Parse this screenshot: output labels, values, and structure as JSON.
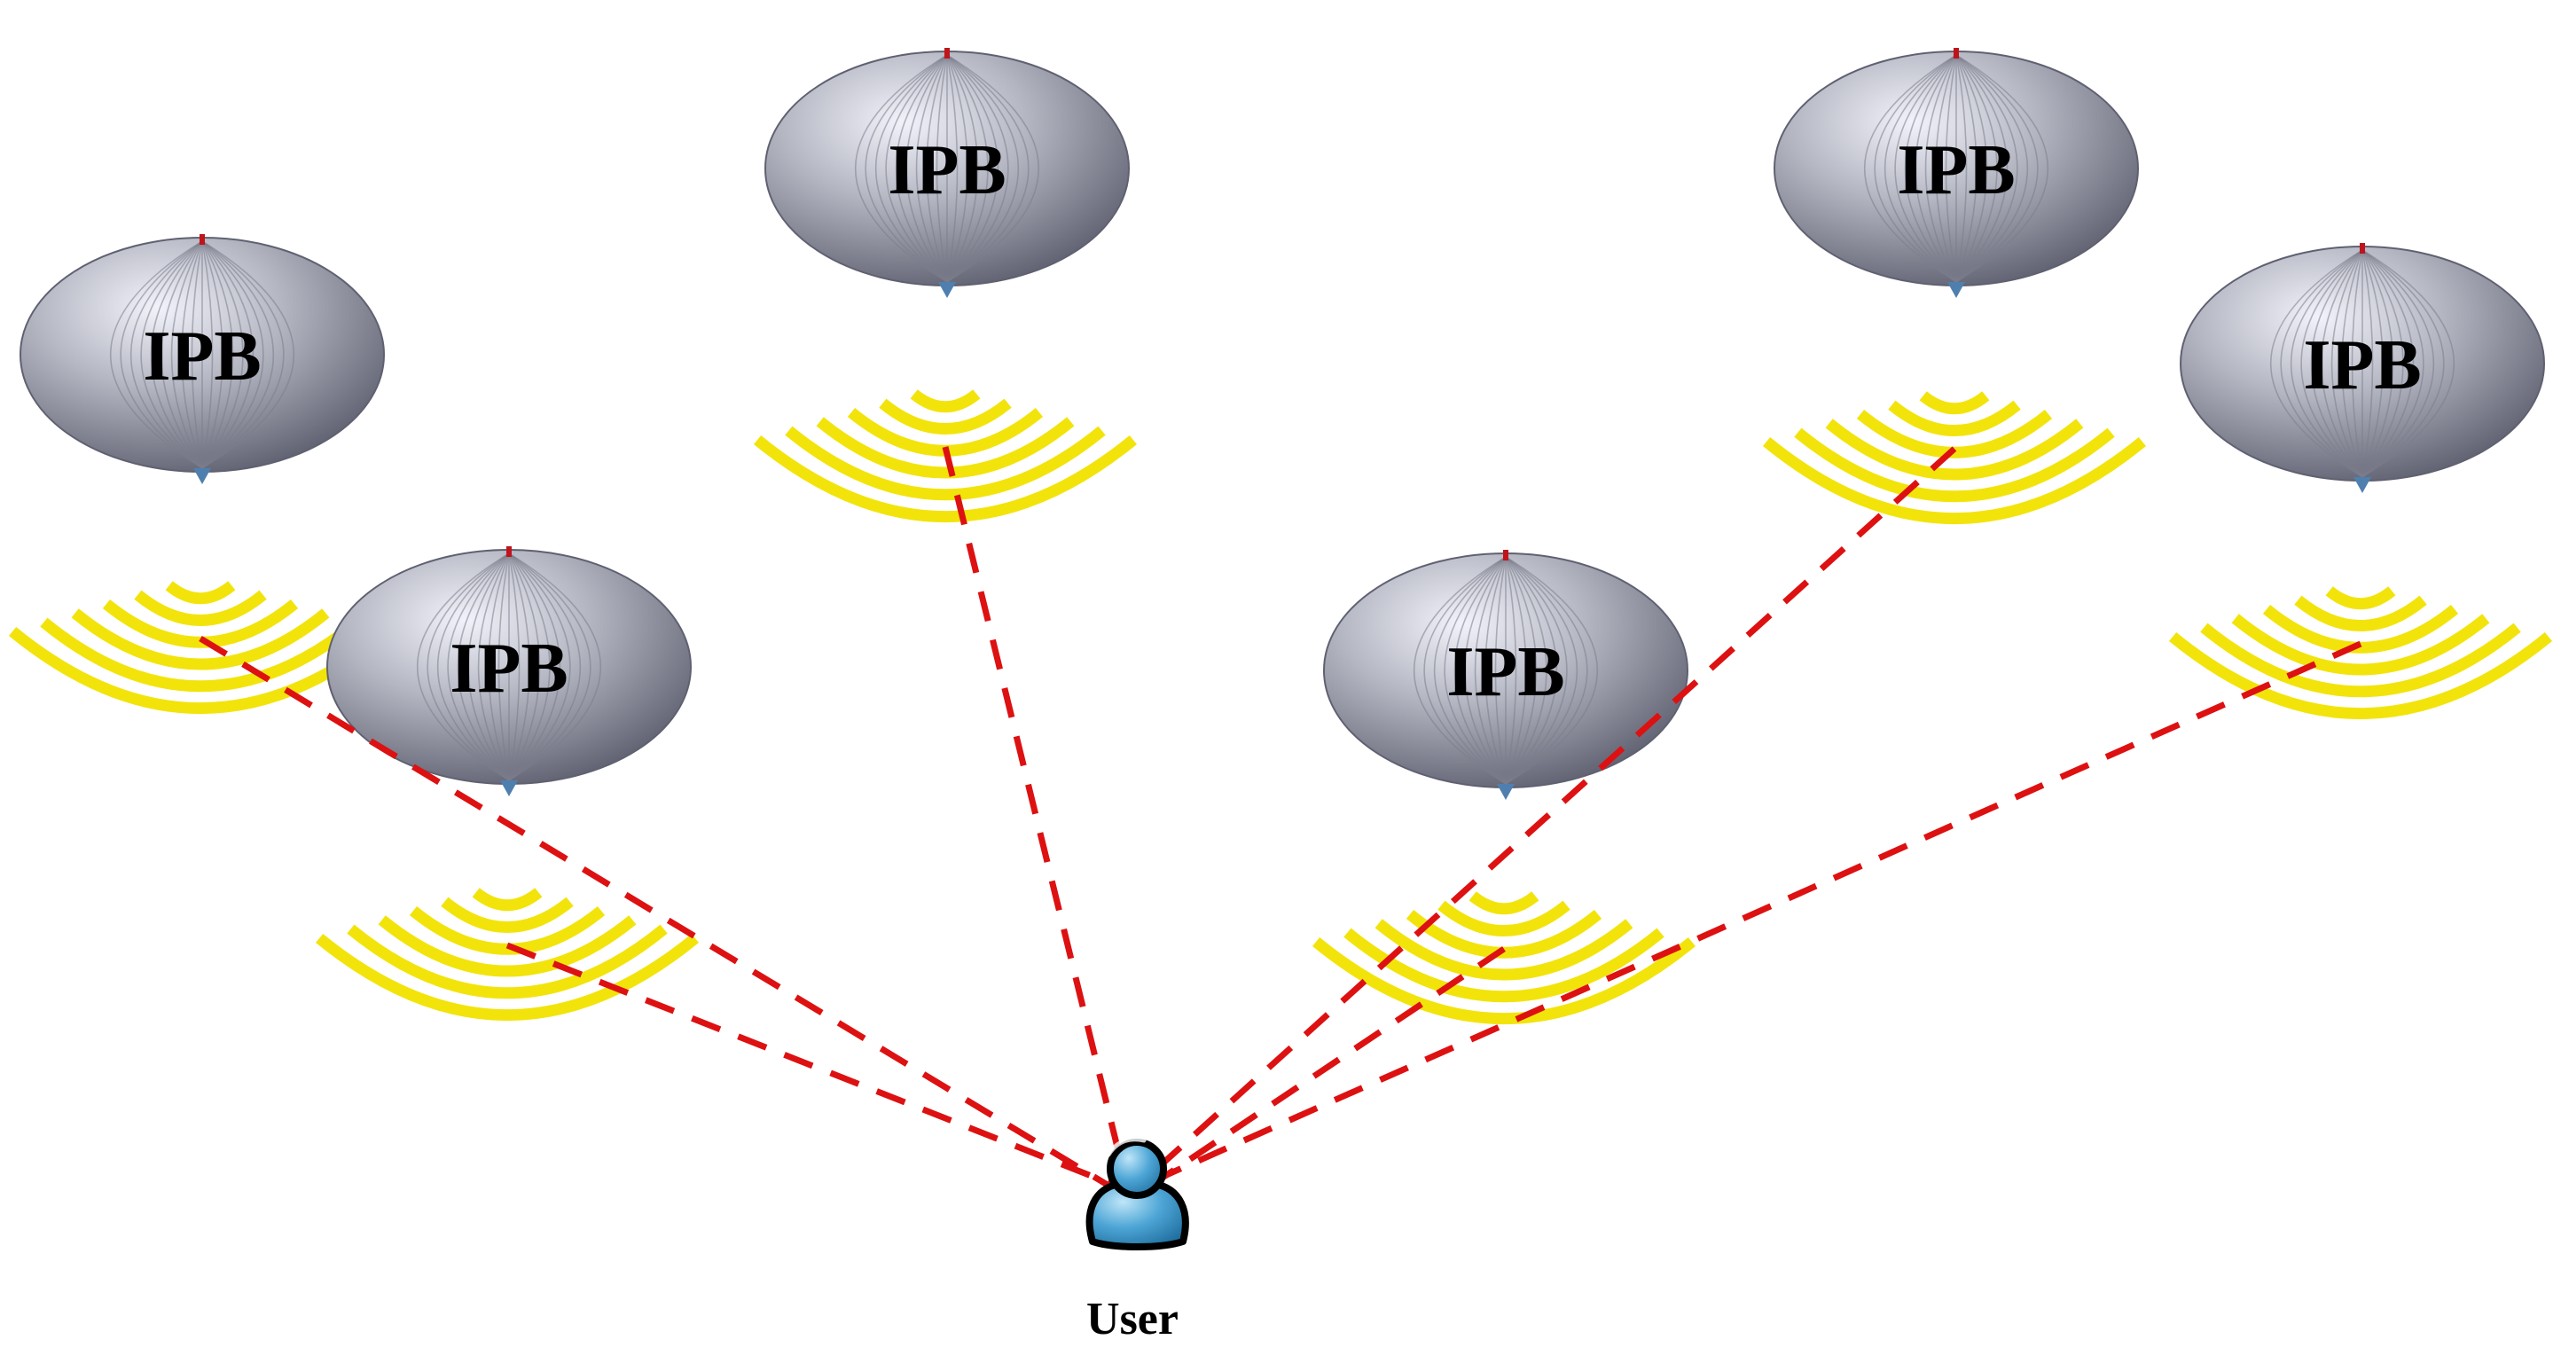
{
  "colors": {
    "background": "#ffffff",
    "link": "#dd1111",
    "signal": "#f2e40a",
    "balloon_body": "#a6a8b4",
    "balloon_highlight": "#eef0f8",
    "balloon_shadow": "#5f6171",
    "user_body": "#4ea6d6",
    "user_outline": "#000000"
  },
  "icons": {
    "balloon": "balloon-icon",
    "signal": "signal-waves-icon",
    "user": "user-person-icon"
  },
  "balloon_label": "IPB",
  "balloons": [
    {
      "id": "ipb-1",
      "label": "IPB"
    },
    {
      "id": "ipb-2",
      "label": "IPB"
    },
    {
      "id": "ipb-3",
      "label": "IPB"
    },
    {
      "id": "ipb-4",
      "label": "IPB"
    },
    {
      "id": "ipb-5",
      "label": "IPB"
    },
    {
      "id": "ipb-6",
      "label": "IPB"
    }
  ],
  "user": {
    "label": "User"
  }
}
